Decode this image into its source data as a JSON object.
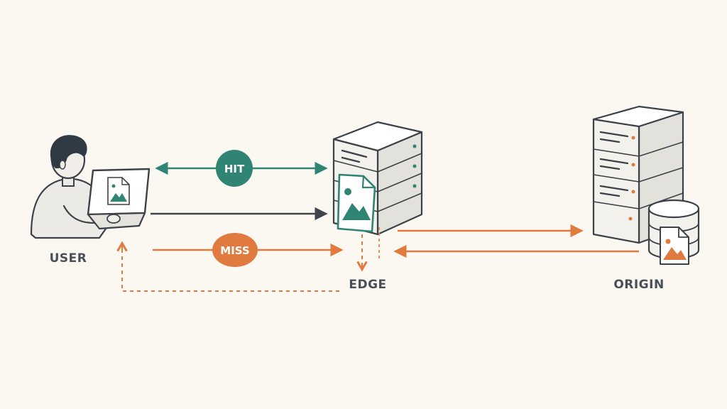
{
  "labels": {
    "user": "USER",
    "edge": "EDGE",
    "origin": "ORIGIN",
    "hit": "HIT",
    "miss": "MISS"
  },
  "colors": {
    "background": "#fbf8f2",
    "hit": "#2f8473",
    "miss": "#e07a3f",
    "outline": "#3d4249",
    "request": "#3f444b"
  },
  "icons": {
    "user": "person-at-laptop-icon",
    "edge": "server-stack-icon",
    "origin": "server-with-database-icon",
    "file": "image-file-icon"
  }
}
